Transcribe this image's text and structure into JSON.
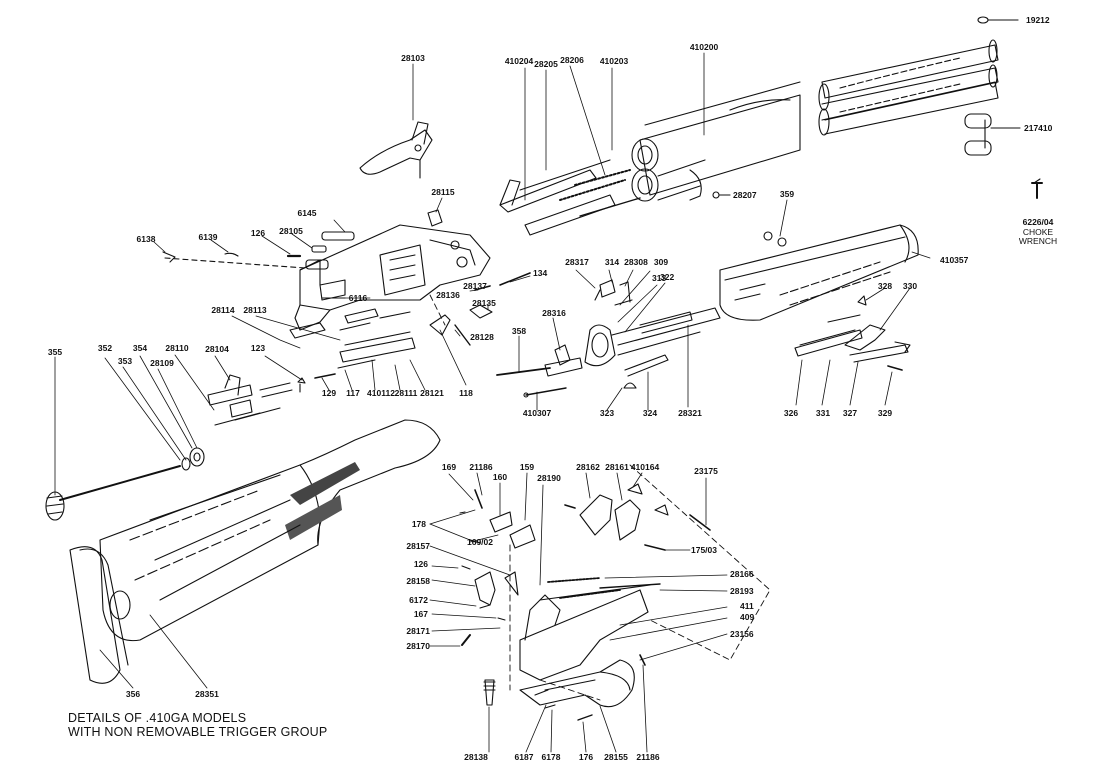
{
  "notes": {
    "line1": "DETAILS OF .410GA MODELS",
    "line2": "WITH NON REMOVABLE TRIGGER GROUP"
  },
  "choke_wrench": {
    "code": "6226/04",
    "label": "CHOKE WRENCH"
  },
  "parts": [
    {
      "id": "p19212",
      "label": "19212"
    },
    {
      "id": "p217410",
      "label": "217410"
    },
    {
      "id": "p410200",
      "label": "410200"
    },
    {
      "id": "p410204",
      "label": "410204"
    },
    {
      "id": "p28205",
      "label": "28205"
    },
    {
      "id": "p28206",
      "label": "28206"
    },
    {
      "id": "p410203",
      "label": "410203"
    },
    {
      "id": "p28103",
      "label": "28103"
    },
    {
      "id": "p28207",
      "label": "28207"
    },
    {
      "id": "p359",
      "label": "359"
    },
    {
      "id": "p410357",
      "label": "410357"
    },
    {
      "id": "p28115",
      "label": "28115"
    },
    {
      "id": "p6145",
      "label": "6145"
    },
    {
      "id": "p126a",
      "label": "126"
    },
    {
      "id": "p28105",
      "label": "28105"
    },
    {
      "id": "p6138",
      "label": "6138"
    },
    {
      "id": "p6139",
      "label": "6139"
    },
    {
      "id": "p134",
      "label": "134"
    },
    {
      "id": "p28317",
      "label": "28317"
    },
    {
      "id": "p314",
      "label": "314"
    },
    {
      "id": "p28308",
      "label": "28308"
    },
    {
      "id": "p309",
      "label": "309"
    },
    {
      "id": "p313",
      "label": "313"
    },
    {
      "id": "p322",
      "label": "322"
    },
    {
      "id": "p328",
      "label": "328"
    },
    {
      "id": "p330",
      "label": "330"
    },
    {
      "id": "p6116",
      "label": "6116"
    },
    {
      "id": "p28137",
      "label": "28137"
    },
    {
      "id": "p28136",
      "label": "28136"
    },
    {
      "id": "p28135",
      "label": "28135"
    },
    {
      "id": "p28128",
      "label": "28128"
    },
    {
      "id": "p28114",
      "label": "28114"
    },
    {
      "id": "p28113",
      "label": "28113"
    },
    {
      "id": "p28316",
      "label": "28316"
    },
    {
      "id": "p358",
      "label": "358"
    },
    {
      "id": "p355",
      "label": "355"
    },
    {
      "id": "p352",
      "label": "352"
    },
    {
      "id": "p354",
      "label": "354"
    },
    {
      "id": "p28110",
      "label": "28110"
    },
    {
      "id": "p28104",
      "label": "28104"
    },
    {
      "id": "p123",
      "label": "123"
    },
    {
      "id": "p353",
      "label": "353"
    },
    {
      "id": "p28109",
      "label": "28109"
    },
    {
      "id": "p129",
      "label": "129"
    },
    {
      "id": "p117",
      "label": "117"
    },
    {
      "id": "p410112",
      "label": "410112"
    },
    {
      "id": "p28111",
      "label": "28111"
    },
    {
      "id": "p28121",
      "label": "28121"
    },
    {
      "id": "p118",
      "label": "118"
    },
    {
      "id": "p410307",
      "label": "410307"
    },
    {
      "id": "p323",
      "label": "323"
    },
    {
      "id": "p324",
      "label": "324"
    },
    {
      "id": "p28321",
      "label": "28321"
    },
    {
      "id": "p326",
      "label": "326"
    },
    {
      "id": "p331",
      "label": "331"
    },
    {
      "id": "p327",
      "label": "327"
    },
    {
      "id": "p329",
      "label": "329"
    },
    {
      "id": "p169",
      "label": "169"
    },
    {
      "id": "p21186a",
      "label": "21186"
    },
    {
      "id": "p159",
      "label": "159"
    },
    {
      "id": "p160",
      "label": "160"
    },
    {
      "id": "p28190",
      "label": "28190"
    },
    {
      "id": "p28162",
      "label": "28162"
    },
    {
      "id": "p28161",
      "label": "28161"
    },
    {
      "id": "p410164",
      "label": "410164"
    },
    {
      "id": "p23175",
      "label": "23175"
    },
    {
      "id": "p178",
      "label": "178"
    },
    {
      "id": "p169_02",
      "label": "169/02"
    },
    {
      "id": "p175_03",
      "label": "175/03"
    },
    {
      "id": "p28157",
      "label": "28157"
    },
    {
      "id": "p126b",
      "label": "126"
    },
    {
      "id": "p28158",
      "label": "28158"
    },
    {
      "id": "p6172",
      "label": "6172"
    },
    {
      "id": "p167",
      "label": "167"
    },
    {
      "id": "p28171",
      "label": "28171"
    },
    {
      "id": "p28170",
      "label": "28170"
    },
    {
      "id": "p28166",
      "label": "28166"
    },
    {
      "id": "p28193",
      "label": "28193"
    },
    {
      "id": "p411",
      "label": "411"
    },
    {
      "id": "p409",
      "label": "409"
    },
    {
      "id": "p23156",
      "label": "23156"
    },
    {
      "id": "p356",
      "label": "356"
    },
    {
      "id": "p28351",
      "label": "28351"
    },
    {
      "id": "p28138",
      "label": "28138"
    },
    {
      "id": "p6187",
      "label": "6187"
    },
    {
      "id": "p6178",
      "label": "6178"
    },
    {
      "id": "p176",
      "label": "176"
    },
    {
      "id": "p28155",
      "label": "28155"
    },
    {
      "id": "p21186b",
      "label": "21186"
    }
  ]
}
